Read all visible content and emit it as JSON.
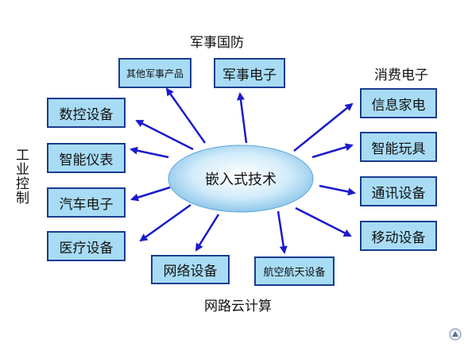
{
  "center_label": "嵌入式技术",
  "groups": {
    "military": "军事国防",
    "consumer": "消费电子",
    "industrial": "工业控制",
    "network": "网路云计算"
  },
  "boxes": {
    "military_products": "其他军事产品",
    "military_electronics": "军事电子",
    "info_appliances": "信息家电",
    "smart_toys": "智能玩具",
    "comm_equipment": "通讯设备",
    "mobile_devices": "移动设备",
    "cnc_equipment": "数控设备",
    "smart_instruments": "智能仪表",
    "auto_electronics": "汽车电子",
    "medical_equipment": "医疗设备",
    "network_equipment": "网络设备",
    "aerospace_equipment": "航空航天设备"
  },
  "colors": {
    "box_fill": "#a8dcf5",
    "box_border": "#1a3c8f",
    "arrow": "#1a1acc",
    "ellipse_center": "#ffffff",
    "ellipse_edge": "#6fb3e0"
  }
}
